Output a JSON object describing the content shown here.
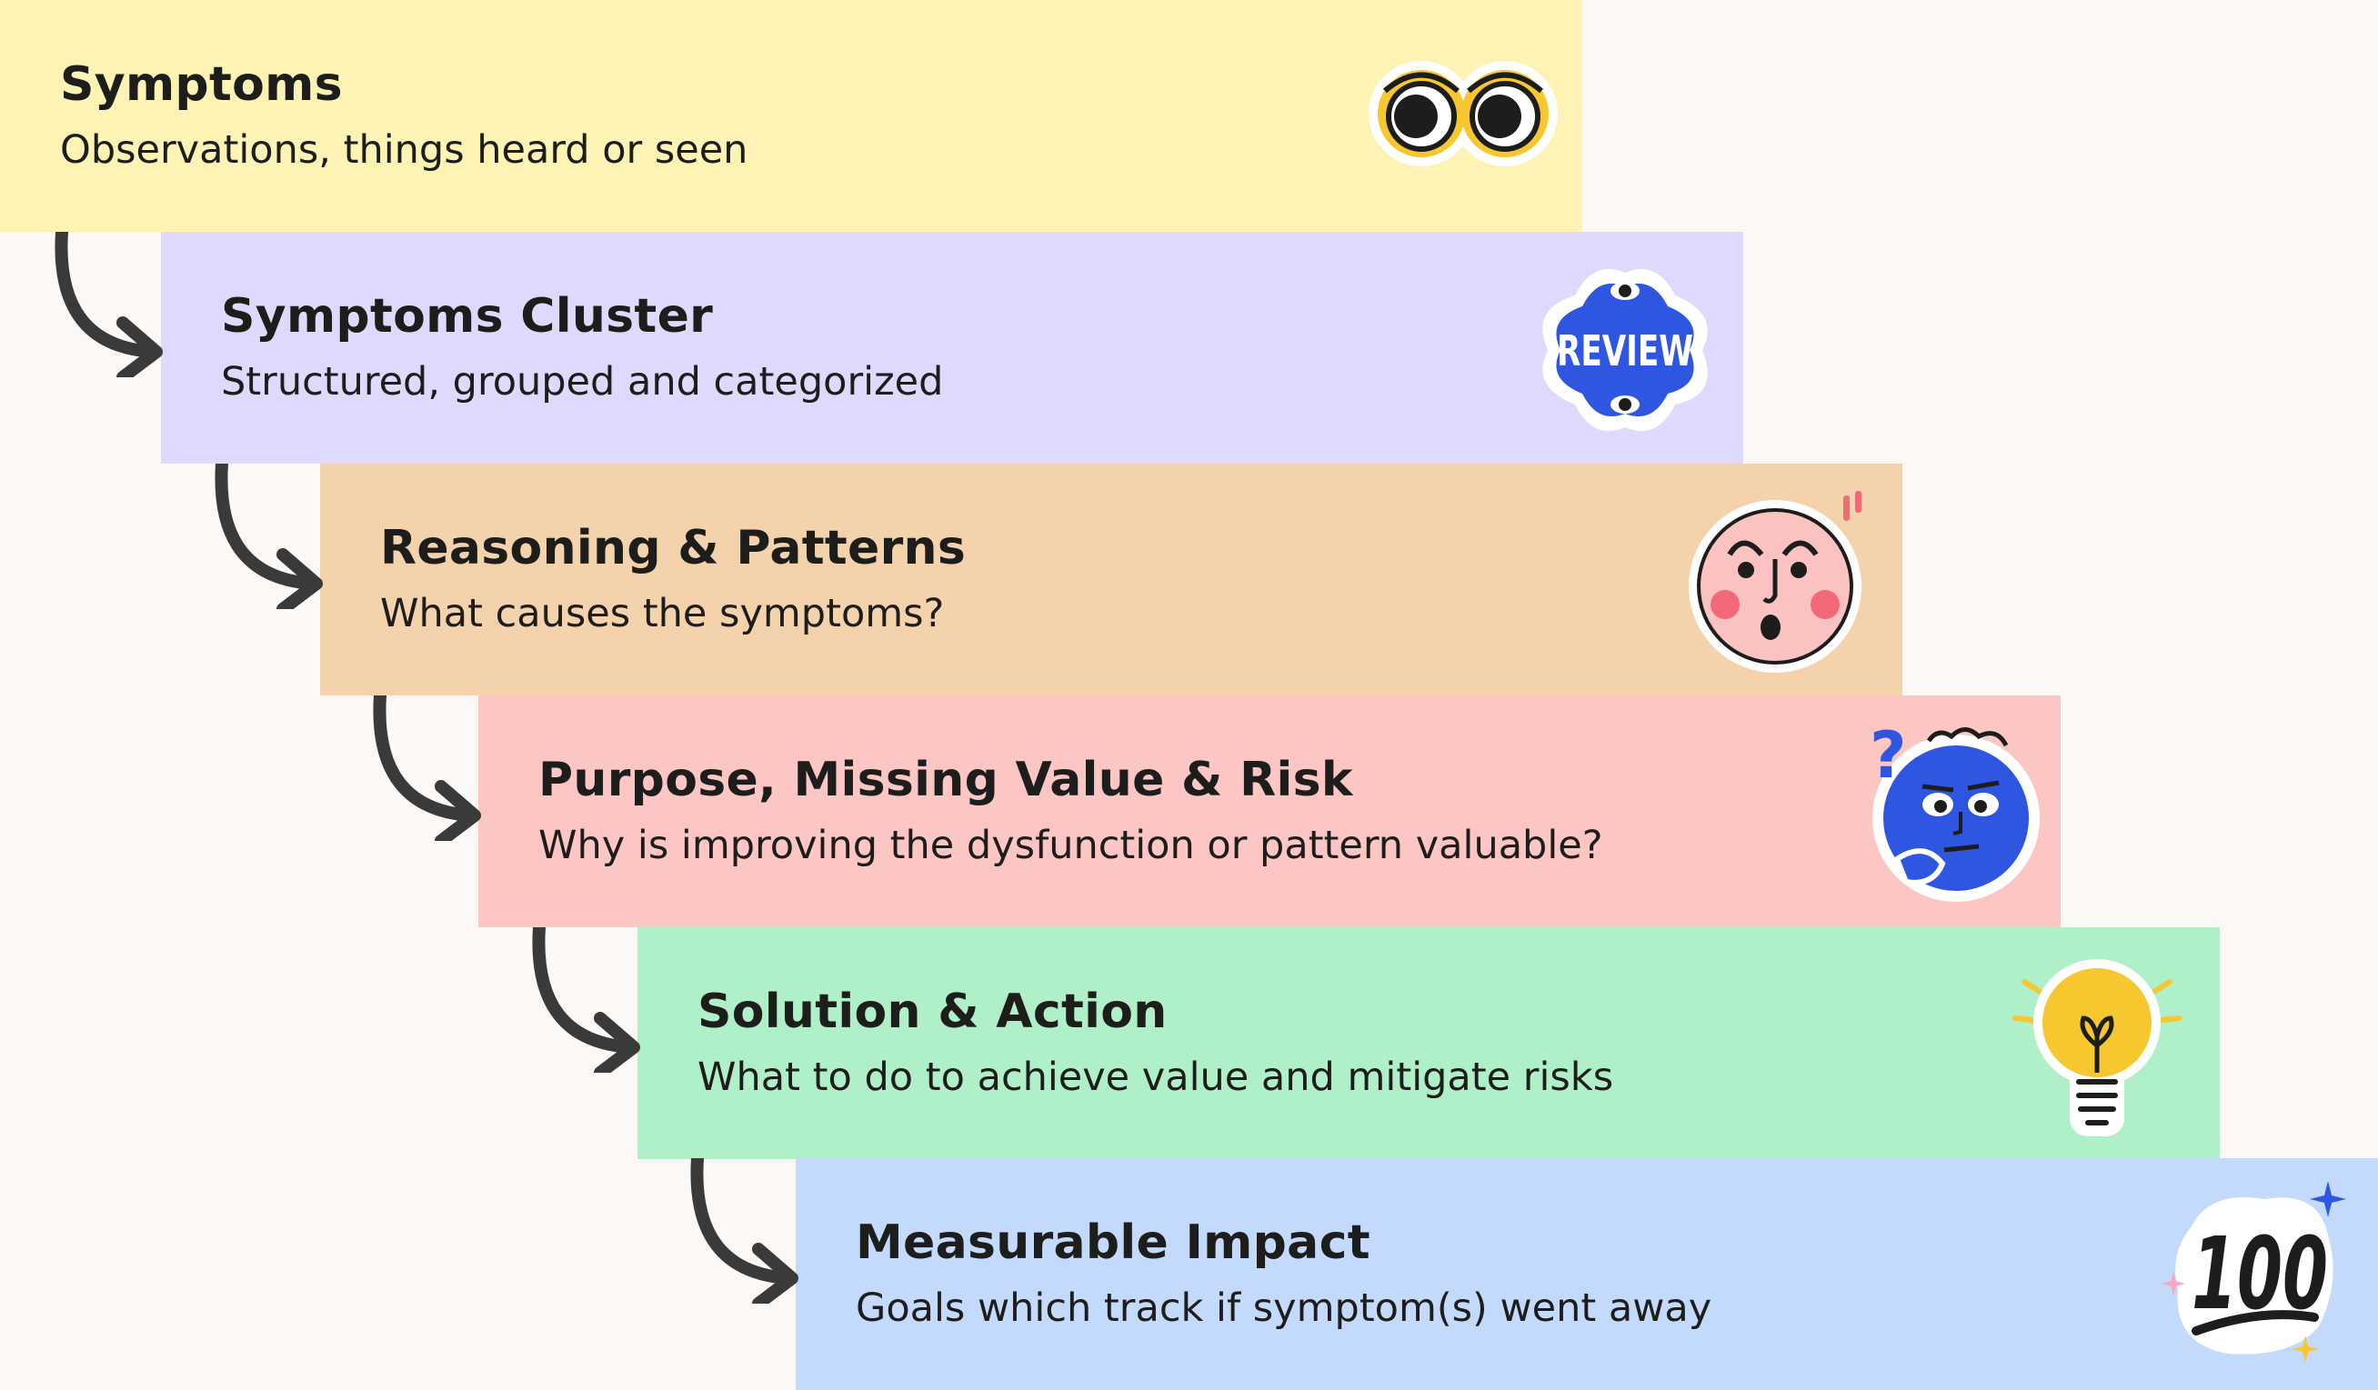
{
  "steps": [
    {
      "title": "Symptoms",
      "subtitle": "Observations, things heard or seen",
      "color": "#fdf3b5",
      "icon": "eyes-icon"
    },
    {
      "title": "Symptoms Cluster",
      "subtitle": "Structured, grouped and categorized",
      "color": "#dfdafd",
      "icon": "review-sticker-icon",
      "icon_text": "REVIEW"
    },
    {
      "title": "Reasoning & Patterns",
      "subtitle": "What causes the symptoms?",
      "color": "#f4d3ac",
      "icon": "surprised-face-icon"
    },
    {
      "title": "Purpose, Missing Value & Risk",
      "subtitle": "Why is improving the dysfunction or pattern valuable?",
      "color": "#fcc6c4",
      "icon": "thinking-face-icon"
    },
    {
      "title": "Solution & Action",
      "subtitle": "What to do to achieve value and mitigate risks",
      "color": "#aff0c8",
      "icon": "lightbulb-icon"
    },
    {
      "title": "Measurable Impact",
      "subtitle": "Goals which track if symptom(s) went away",
      "color": "#c3dafc",
      "icon": "hundred-points-icon",
      "icon_text": "100"
    }
  ],
  "connector_icon": "curved-arrow-icon",
  "colors": {
    "text": "#1d1d1b",
    "arrow": "#3a3a3a",
    "background": "#fcf8f5",
    "sticker_blue": "#2f56e0",
    "sticker_yellow": "#f6c72f"
  }
}
